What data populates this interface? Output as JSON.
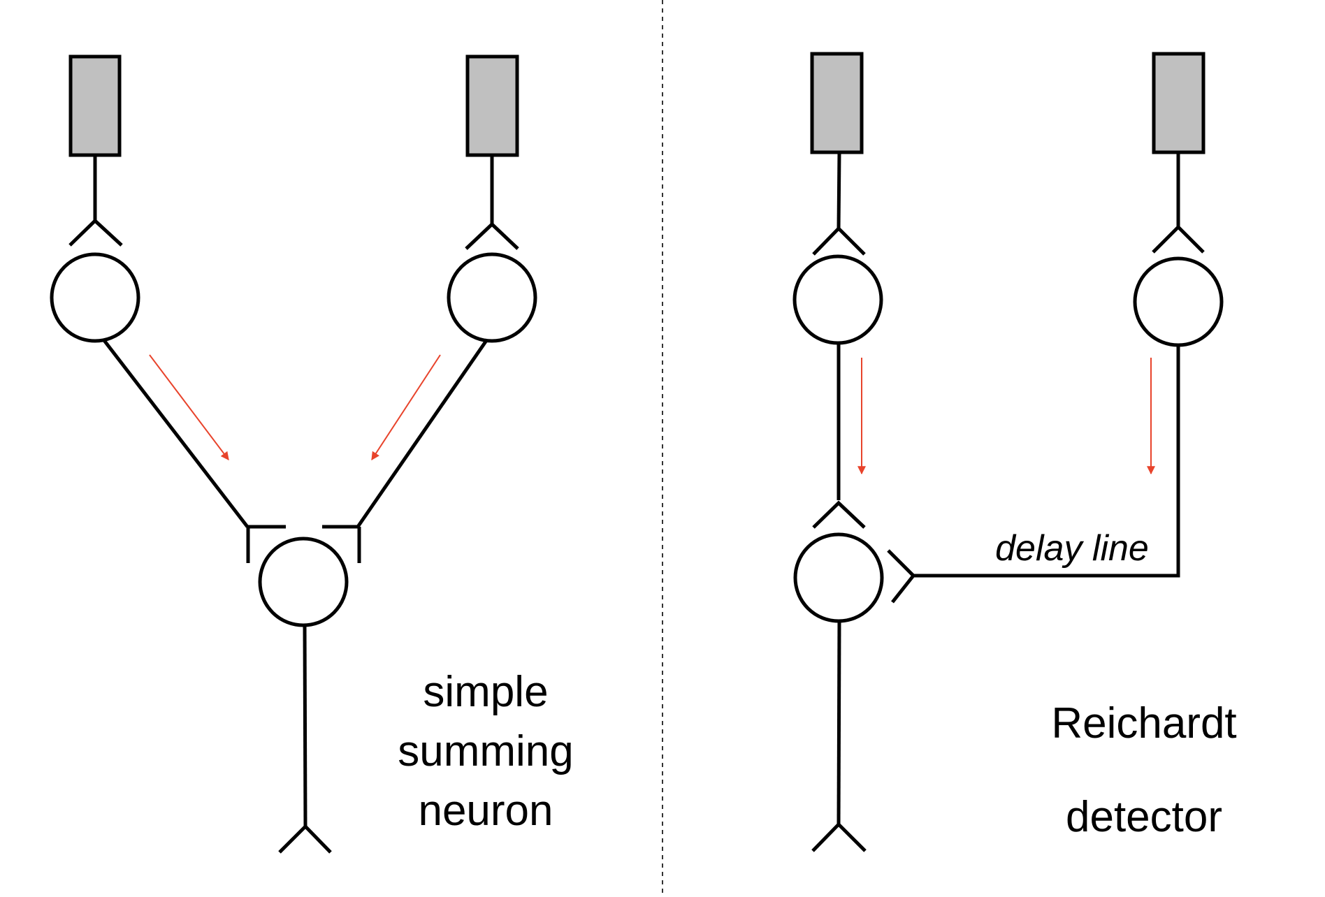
{
  "colors": {
    "receptor_fill": "#c0c0c0",
    "flow_arrow": "#e8432b",
    "line": "#000000",
    "background": "#ffffff"
  },
  "left_panel": {
    "label_lines": [
      "simple",
      "summing",
      "neuron"
    ]
  },
  "right_panel": {
    "delay_label": "delay line",
    "label_lines": [
      "Reichardt",
      "detector"
    ]
  }
}
